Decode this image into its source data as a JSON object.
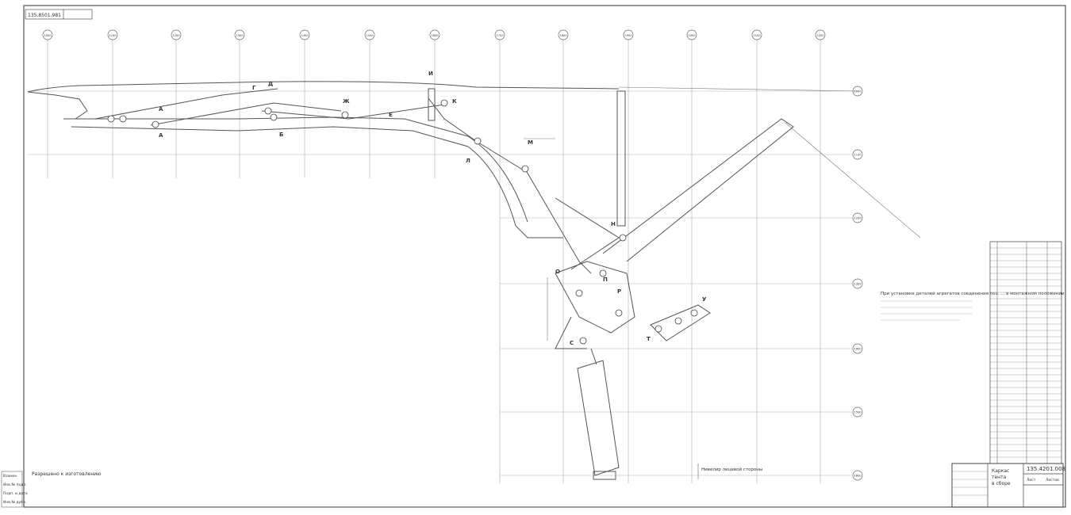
{
  "stamp_top_left": "135.8501.981",
  "axis_top": {
    "labels": [
      "1000",
      "1100",
      "1200",
      "1300",
      "1400",
      "1500",
      "1600",
      "1700",
      "1800",
      "1900",
      "2000",
      "2100",
      "2200"
    ]
  },
  "axis_right": {
    "labels": [
      "1000",
      "1100",
      "1200",
      "1300",
      "1400",
      "1500",
      "1600"
    ]
  },
  "point_labels": [
    "А",
    "А",
    "Б",
    "Г",
    "Д",
    "Е",
    "Ж",
    "И",
    "К",
    "Л",
    "М",
    "Н",
    "О",
    "П",
    "Р",
    "С",
    "Т",
    "У"
  ],
  "note_text": "При установке деталей агрегатов соединения поз. ... в монтажном положении",
  "left_note": "Разрешено к изготовлению",
  "left_stamp": [
    "Взамен",
    "Инв.№ подл.",
    "Подп. и дата",
    "Инв.№ дубл."
  ],
  "callout_bottom": "Нивелир лицевой стороны",
  "title_block": {
    "doc_number": "135.4201.008",
    "name_line1": "Каркас",
    "name_line2": "тента",
    "name_line3": "в сборе",
    "sheet_label": "Лист",
    "sheets_label": "Листов"
  },
  "colors": {
    "line": "#555555",
    "grid": "#888888",
    "paper": "#ffffff"
  }
}
